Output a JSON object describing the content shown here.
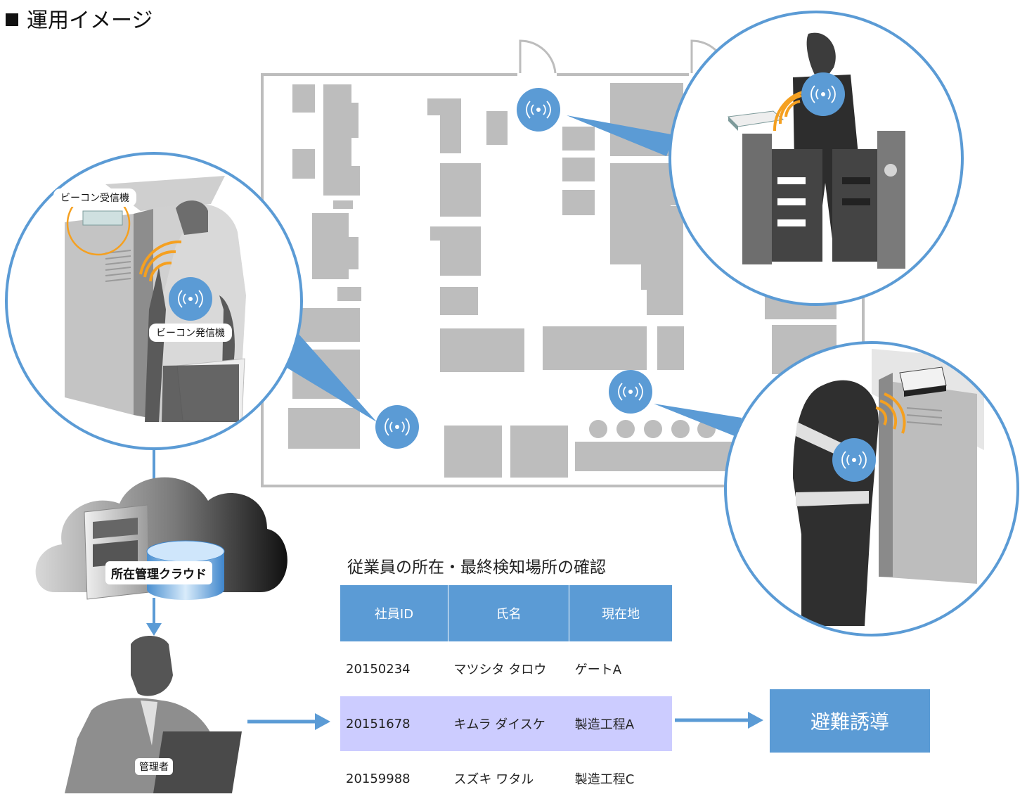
{
  "title": "運用イメージ",
  "labels": {
    "receiver": "ビーコン受信機",
    "transmitter": "ビーコン発信機",
    "cloud": "所在管理クラウド",
    "admin": "管理者"
  },
  "table": {
    "title": "従業員の所在・最終検知場所の確認",
    "headers": [
      "社員ID",
      "氏名",
      "現在地"
    ],
    "rows": [
      [
        "20150234",
        "マツシタ タロウ",
        "ゲートA"
      ],
      [
        "20151678",
        "キムラ ダイスケ",
        "製造工程A"
      ],
      [
        "20159988",
        "スズキ ワタル",
        "製造工程C"
      ]
    ],
    "highlight_row": 1
  },
  "evacuation_button": "避難誘導",
  "colors": {
    "accent_blue": "#5b9bd5",
    "highlight": "#ccccff",
    "signal_orange": "#f5a020",
    "floor_gray": "#bdbdbd"
  },
  "icons": [
    "beacon-icon",
    "signal-waves-icon",
    "arrow-right-icon",
    "arrow-down-icon",
    "cloud-icon",
    "server-icon",
    "database-icon"
  ]
}
